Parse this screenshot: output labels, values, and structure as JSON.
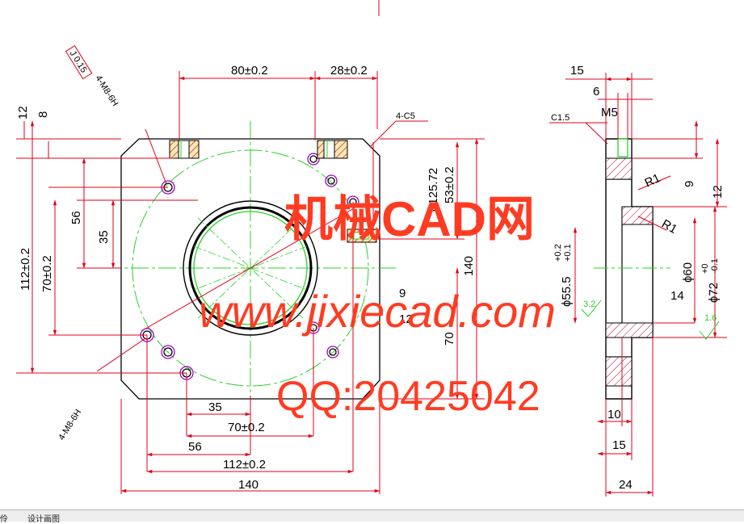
{
  "colors": {
    "outline": "#000000",
    "dimension": "#e0001a",
    "center": "#2bd12b",
    "thread": "#a000c0",
    "hatch": "#7a0000",
    "fill_part": "#ffe680",
    "watermark": "#ff3b22"
  },
  "front_view": {
    "dims": {
      "top_80": "80±0.2",
      "top_28": "28±0.2",
      "left_12": "12",
      "left_8": "8",
      "left_112": "112±0.2",
      "left_70": "70±0.2",
      "left_56": "56",
      "left_35": "35",
      "right_140": "140",
      "right_70": "70",
      "right_53": "53±0.2",
      "right_9": "9",
      "right_12": "12",
      "dia_125": "ϕ125.72",
      "bot_35": "35",
      "bot_70": "70±0.2",
      "bot_56": "56",
      "bot_112": "112±0.2",
      "bot_140": "140"
    },
    "callouts": {
      "thread_top": "4-M8-6H",
      "thread_bottom": "4-M8-6H",
      "chamfer": "4-C5",
      "tolerance_box": "J 0.15"
    }
  },
  "side_view": {
    "dims": {
      "top_15": "15",
      "top_6": "6",
      "m5": "M5",
      "c15": "C1.5",
      "r1_a": "R1",
      "r1_b": "R1",
      "right_9": "9",
      "right_12": "12",
      "dia_55": "ϕ55.5",
      "dia_55_tol_upper": "+0.2",
      "dia_55_tol_lower": "+0.1",
      "dia_60": "ϕ60",
      "dia_72": "ϕ72",
      "dia_72_tol_upper": "+0",
      "dia_72_tol_lower": "-0.1",
      "val_14": "14",
      "rough_32": "3.2",
      "rough_16": "1.6",
      "bot_10": "10",
      "bot_15": "15",
      "bot_24": "24"
    }
  },
  "watermark": {
    "line1": "机械CAD网",
    "line2": "www.jixiecad.com",
    "line3": "QQ:20425042"
  },
  "statusbar": {
    "tab_left": "伶",
    "tab_design": "设计画图"
  }
}
